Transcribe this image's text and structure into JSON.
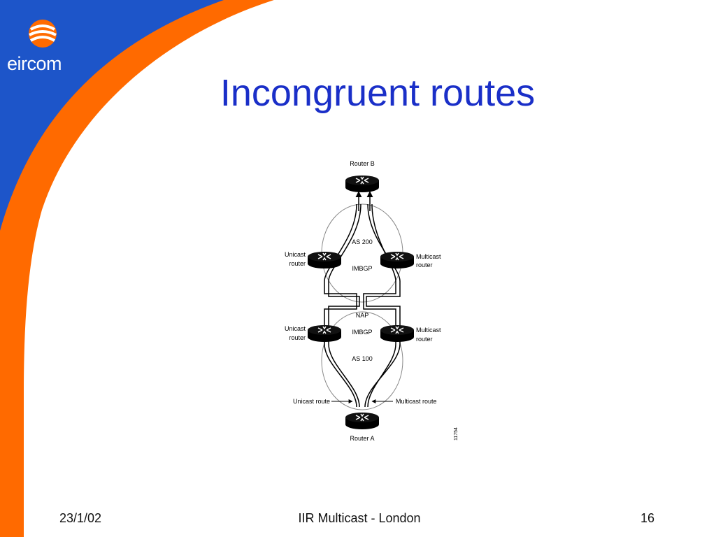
{
  "brand": {
    "logo_text": "eircom",
    "colors": {
      "blue": "#1d55c9",
      "orange": "#ff6a00",
      "title": "#1a2fc8"
    }
  },
  "slide": {
    "title": "Incongruent routes",
    "footer": {
      "date": "23/1/02",
      "center": "IIR Multicast - London",
      "page": "16"
    }
  },
  "diagram": {
    "labels": {
      "router_b": "Router B",
      "as200": "AS 200",
      "unicast_router_top_1": "Unicast",
      "unicast_router_top_2": "router",
      "multicast_router_top_1": "Multicast",
      "multicast_router_top_2": "router",
      "imbgp_top": "IMBGP",
      "nap": "NAP",
      "unicast_router_bottom_1": "Unicast",
      "unicast_router_bottom_2": "router",
      "multicast_router_bottom_1": "Multicast",
      "multicast_router_bottom_2": "router",
      "imbgp_bottom": "IMBGP",
      "as100": "AS 100",
      "unicast_route": "Unicast route",
      "multicast_route": "Multicast route",
      "router_a": "Router A",
      "figure_number": "11754"
    },
    "icon": "router-icon"
  }
}
